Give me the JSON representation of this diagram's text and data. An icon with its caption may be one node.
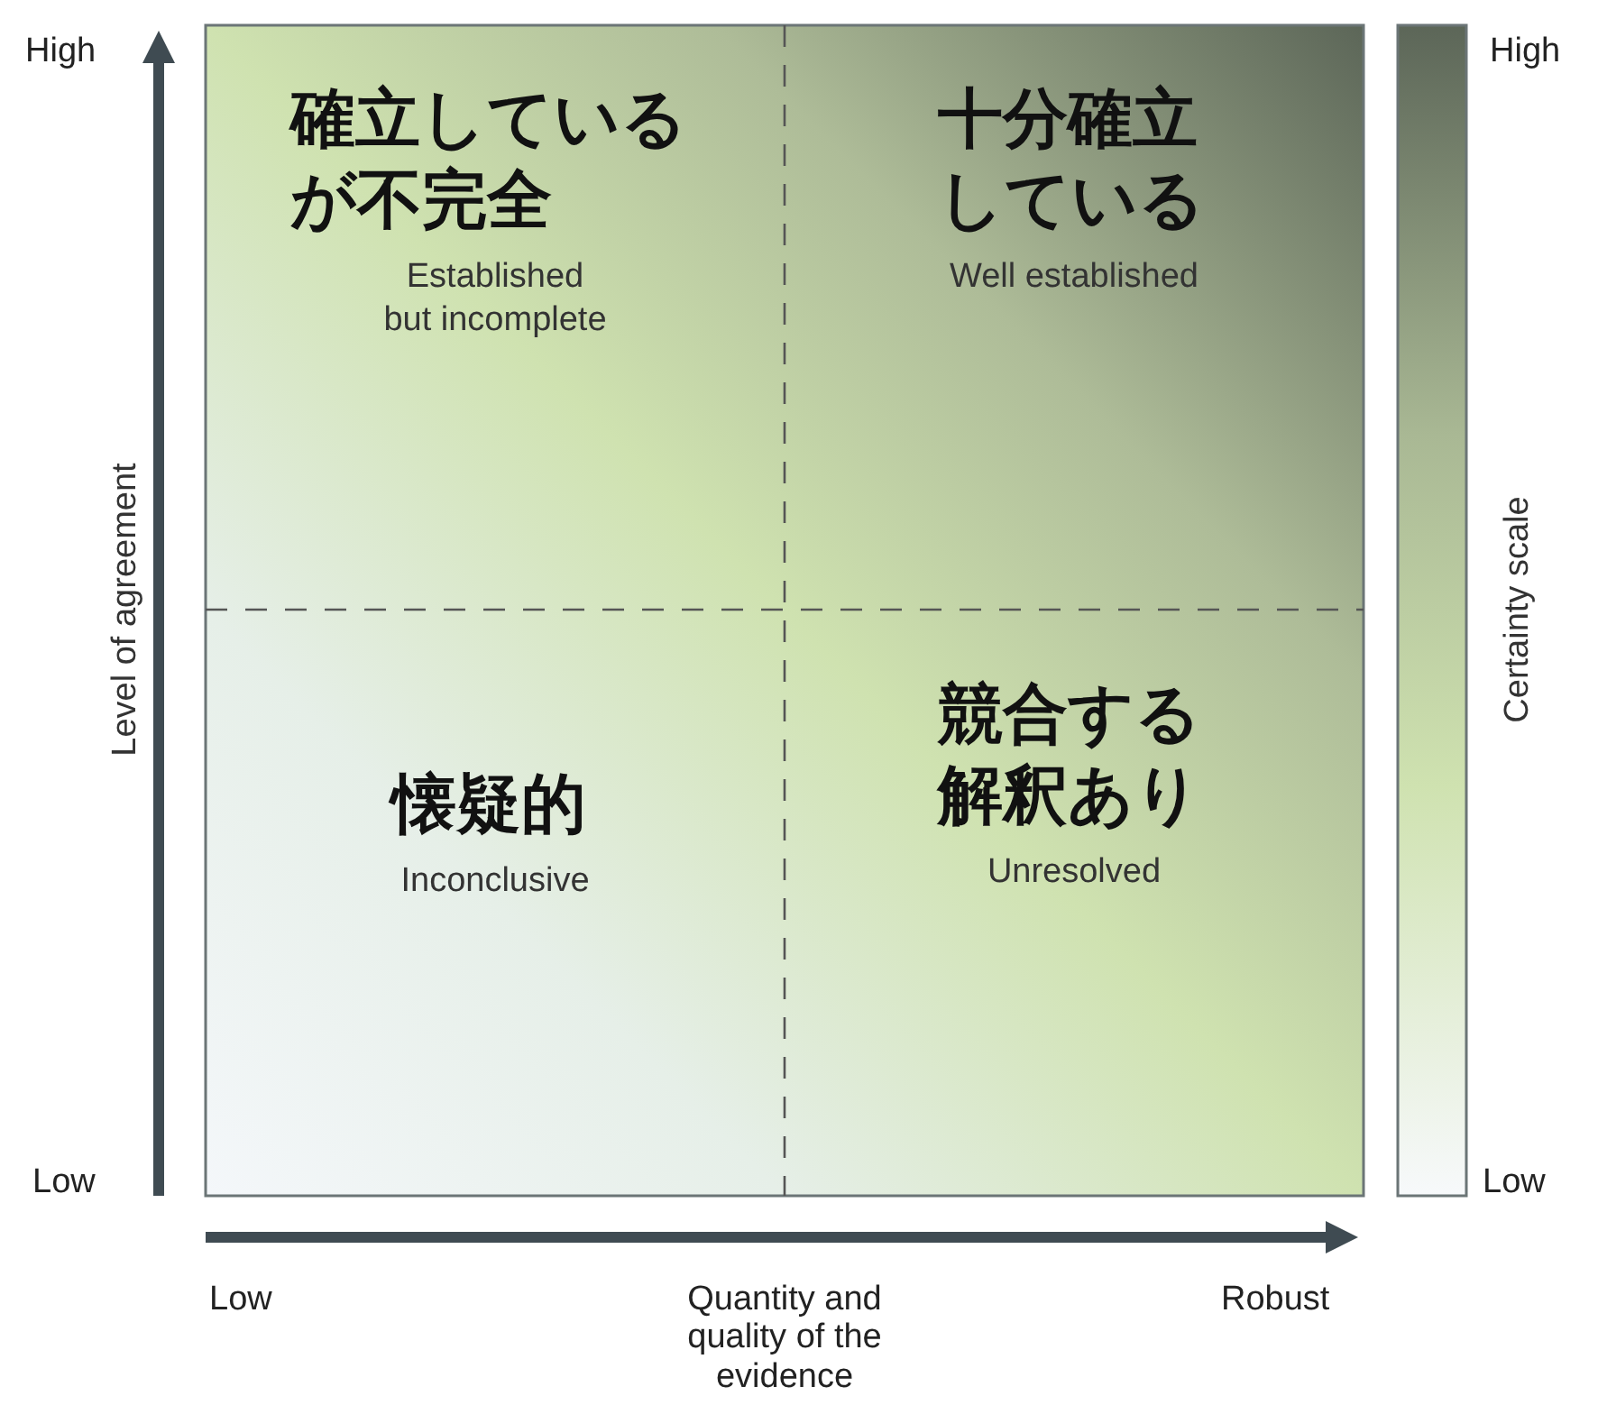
{
  "diagram": {
    "nodes": [
      {
        "text": [
          "確立しているが不完全",
          "Established but incomplete"
        ]
      },
      {
        "text": [
          "十分確立している",
          "Well established"
        ]
      },
      {
        "text": [
          "懐疑的",
          "Inconclusive"
        ]
      },
      {
        "text": [
          "競合する解釈あり",
          "Unresolved"
        ]
      },
      {
        "text": [],
        "shape": "bar",
        "beside": [
          "High",
          "Certainty scale",
          "Low"
        ]
      }
    ],
    "labels": [
      "High",
      "Level of agreement",
      "Low",
      "Low",
      "Quantity and quality of the evidence",
      "Robust"
    ]
  }
}
